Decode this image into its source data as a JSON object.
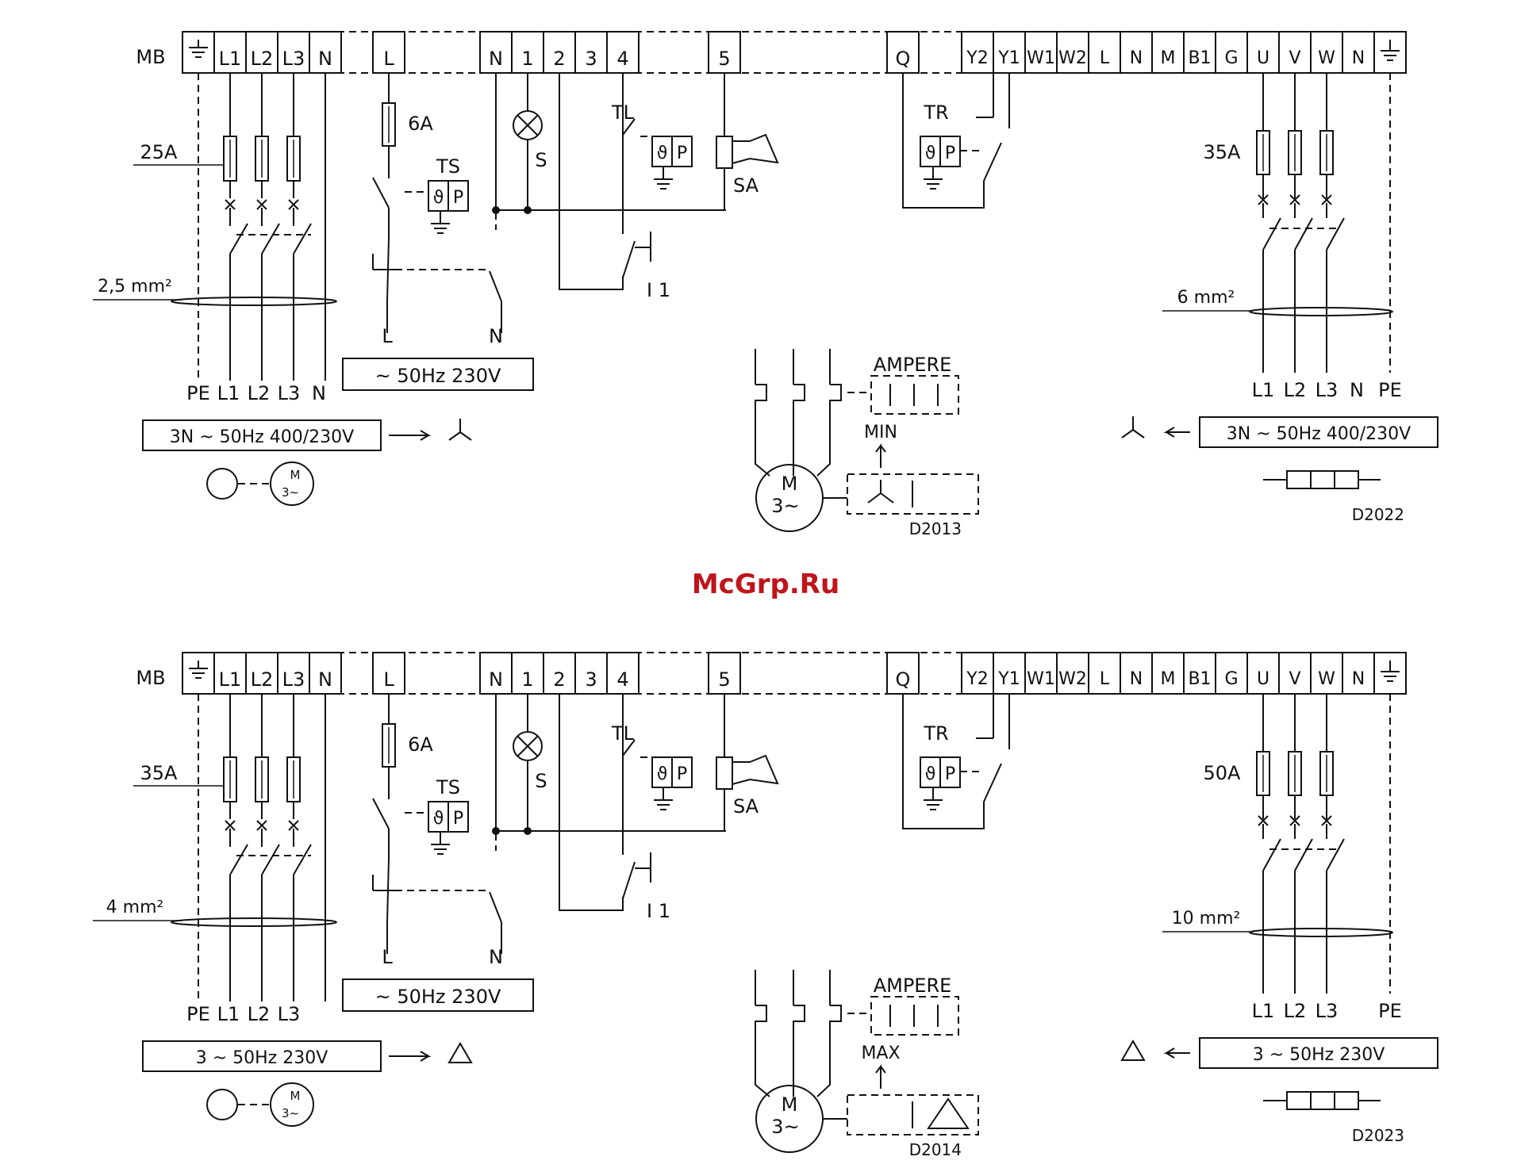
{
  "watermark": "McGrp.Ru",
  "colors": {
    "ink": "#111111",
    "watermark": "#c0141b",
    "background": "#ffffff"
  },
  "diagrams": [
    {
      "board_label": "MB",
      "terminals_left": [
        "L1",
        "L2",
        "L3",
        "N"
      ],
      "terminal_l": "L",
      "terminals_mid": [
        "N",
        "1",
        "2",
        "3",
        "4"
      ],
      "terminal_5": "5",
      "terminal_q": "Q",
      "terminals_right": [
        "Y2",
        "Y1",
        "W1",
        "W2",
        "L",
        "N",
        "M",
        "B1",
        "G",
        "U",
        "V",
        "W",
        "N"
      ],
      "fuse_left": "25A",
      "fuse_aux": "6A",
      "fuse_right": "35A",
      "ts_label": "TS",
      "s_label": "S",
      "tl_label": "TL",
      "sa_label": "SA",
      "tr_label": "TR",
      "i1_label": "I 1",
      "sensor_theta": "ϑ",
      "sensor_p": "P",
      "cable_left": "2,5  mm²",
      "cable_right": "6  mm²",
      "aux_l": "L",
      "aux_n": "N",
      "supply_aux": "~ 50Hz  230V",
      "bottom_left": [
        "PE",
        "L1",
        "L2",
        "L3",
        "N"
      ],
      "bottom_right": [
        "L1",
        "L2",
        "L3",
        "N",
        "PE"
      ],
      "supply_left": "3N ~ 50Hz  400/230V",
      "supply_right": "3N ~ 50Hz  400/230V",
      "connection_symbol": "star",
      "motor_m": "M",
      "motor_3": "3~",
      "ampere_label": "AMPERE",
      "limit_label": "MIN",
      "code_left": "D2013",
      "code_right": "D2022"
    },
    {
      "board_label": "MB",
      "terminals_left": [
        "L1",
        "L2",
        "L3",
        "N"
      ],
      "terminal_l": "L",
      "terminals_mid": [
        "N",
        "1",
        "2",
        "3",
        "4"
      ],
      "terminal_5": "5",
      "terminal_q": "Q",
      "terminals_right": [
        "Y2",
        "Y1",
        "W1",
        "W2",
        "L",
        "N",
        "M",
        "B1",
        "G",
        "U",
        "V",
        "W",
        "N"
      ],
      "fuse_left": "35A",
      "fuse_aux": "6A",
      "fuse_right": "50A",
      "ts_label": "TS",
      "s_label": "S",
      "tl_label": "TL",
      "sa_label": "SA",
      "tr_label": "TR",
      "i1_label": "I 1",
      "sensor_theta": "ϑ",
      "sensor_p": "P",
      "cable_left": "4  mm²",
      "cable_right": "10  mm²",
      "aux_l": "L",
      "aux_n": "N",
      "supply_aux": "~ 50Hz  230V",
      "bottom_left": [
        "PE",
        "L1",
        "L2",
        "L3"
      ],
      "bottom_right": [
        "L1",
        "L2",
        "L3",
        "PE"
      ],
      "supply_left": "3 ~ 50Hz  230V",
      "supply_right": "3 ~ 50Hz  230V",
      "connection_symbol": "delta",
      "motor_m": "M",
      "motor_3": "3~",
      "ampere_label": "AMPERE",
      "limit_label": "MAX",
      "code_left": "D2014",
      "code_right": "D2023"
    }
  ]
}
